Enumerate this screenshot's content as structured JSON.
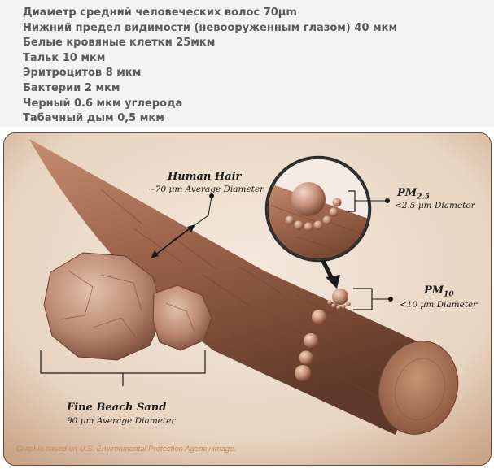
{
  "info_lines": [
    "Диаметр средний человеческих волос 70μm",
    "Нижний предел видимости (невооруженным глазом) 40 мкм",
    "Белые кровяные клетки 25мкм",
    "Тальк 10 мкм",
    "Эритроцитов 8 мкм",
    "Бактерии 2 мкм",
    "Черный 0.6 мкм углерода",
    "Табачный дым 0,5 мкм"
  ],
  "diagram": {
    "hair": {
      "title": "Human Hair",
      "subtitle": "~70 µm Average Diameter"
    },
    "sand": {
      "title": "Fine Beach Sand",
      "subtitle": "90 µm Average Diameter"
    },
    "pm25": {
      "title_main": "PM",
      "title_sub": "2.5",
      "subtitle": "<2.5 µm Diameter"
    },
    "pm10": {
      "title_main": "PM",
      "title_sub": "10",
      "subtitle": "<10 µm Diameter"
    },
    "credit": "Graphic based on U.S. Environmental Protection Agency image."
  },
  "colors": {
    "panel_background": "#ebd9c8",
    "hair_body": "#a0684e",
    "hair_end": "#b77f63",
    "particle": "#c9947a",
    "credit_text": "#c48a55"
  }
}
